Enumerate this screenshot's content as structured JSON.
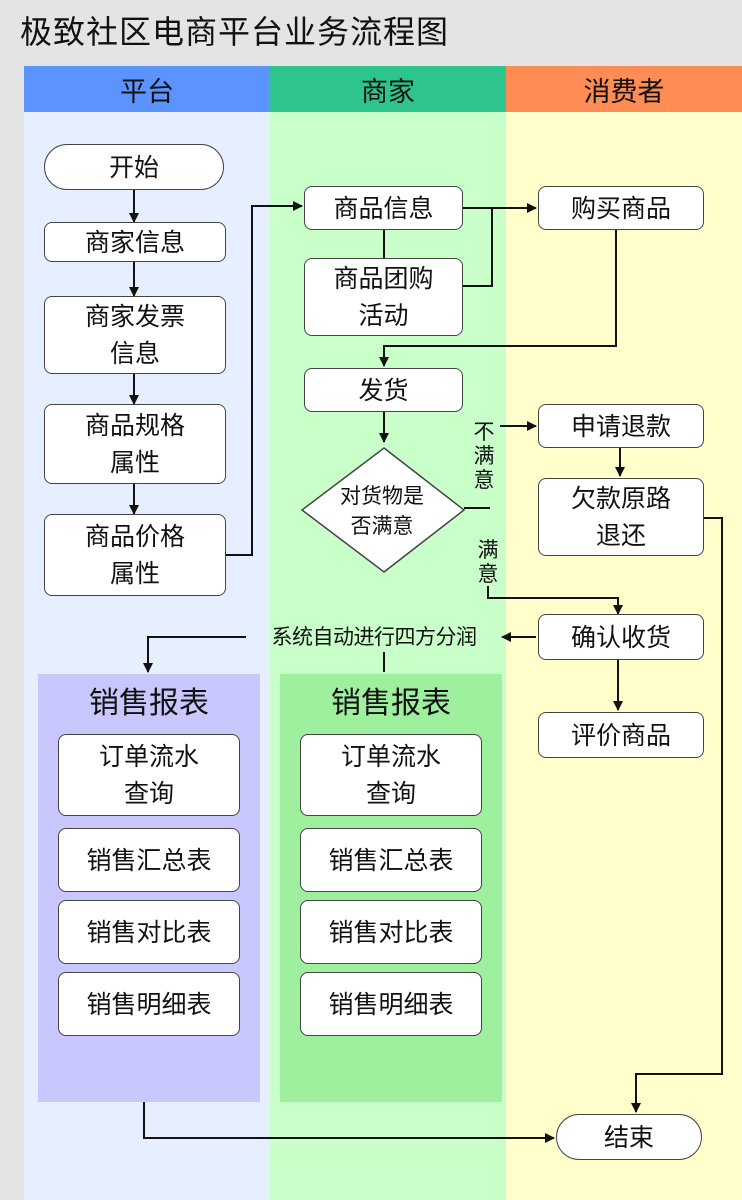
{
  "title": "极致社区电商平台业务流程图",
  "lanes": {
    "platform": "平台",
    "merchant": "商家",
    "consumer": "消费者"
  },
  "colors": {
    "platform_header": "#5b93ff",
    "merchant_header": "#2ec48e",
    "consumer_header": "#ff8c55",
    "platform_lane": "#e6efff",
    "merchant_lane": "#c9ffc9",
    "consumer_lane": "#ffffcc",
    "platform_panel": "#c8c8ff",
    "merchant_panel": "#9ef09e"
  },
  "nodes": {
    "start": "开始",
    "merchant_info": "商家信息",
    "merchant_invoice_1": "商家发票",
    "merchant_invoice_2": "信息",
    "product_spec_1": "商品规格",
    "product_spec_2": "属性",
    "product_price_1": "商品价格",
    "product_price_2": "属性",
    "product_info": "商品信息",
    "group_buy_1": "商品团购",
    "group_buy_2": "活动",
    "ship": "发货",
    "decision_1": "对货物是",
    "decision_2": "否满意",
    "buy": "购买商品",
    "refund_request": "申请退款",
    "refund_return_1": "欠款原路",
    "refund_return_2": "退还",
    "confirm_receipt": "确认收货",
    "review": "评价商品",
    "end": "结束"
  },
  "labels": {
    "not_satisfied": [
      "不",
      "满",
      "意"
    ],
    "satisfied": [
      "满",
      "意"
    ],
    "profit_split": "系统自动进行四方分润"
  },
  "panels": {
    "platform": {
      "title": "销售报表",
      "items": [
        [
          "订单流水",
          "查询"
        ],
        [
          "销售汇总表"
        ],
        [
          "销售对比表"
        ],
        [
          "销售明细表"
        ]
      ]
    },
    "merchant": {
      "title": "销售报表",
      "items": [
        [
          "订单流水",
          "查询"
        ],
        [
          "销售汇总表"
        ],
        [
          "销售对比表"
        ],
        [
          "销售明细表"
        ]
      ]
    }
  }
}
